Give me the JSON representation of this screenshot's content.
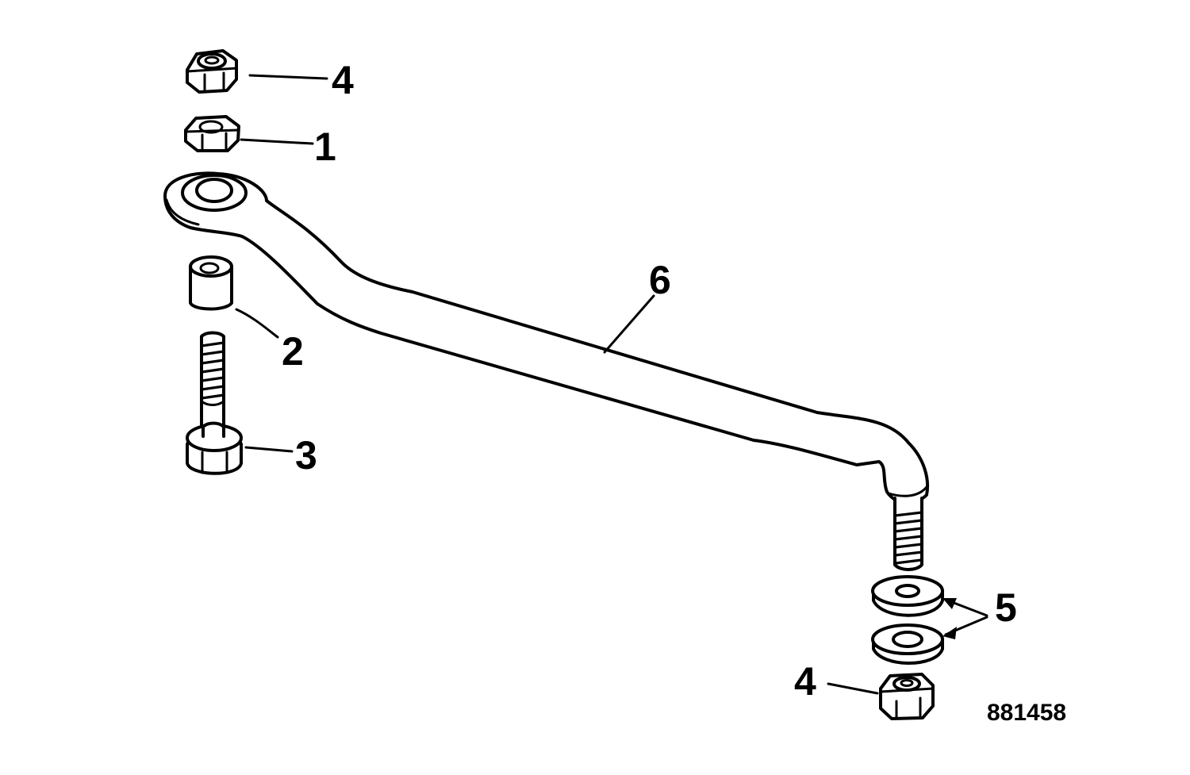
{
  "callouts": {
    "top_locknut": "4",
    "nut": "1",
    "spacer": "2",
    "bolt": "3",
    "washers": "5",
    "bottom_locknut": "4",
    "link_rod": "6"
  },
  "figure_number": "881458"
}
